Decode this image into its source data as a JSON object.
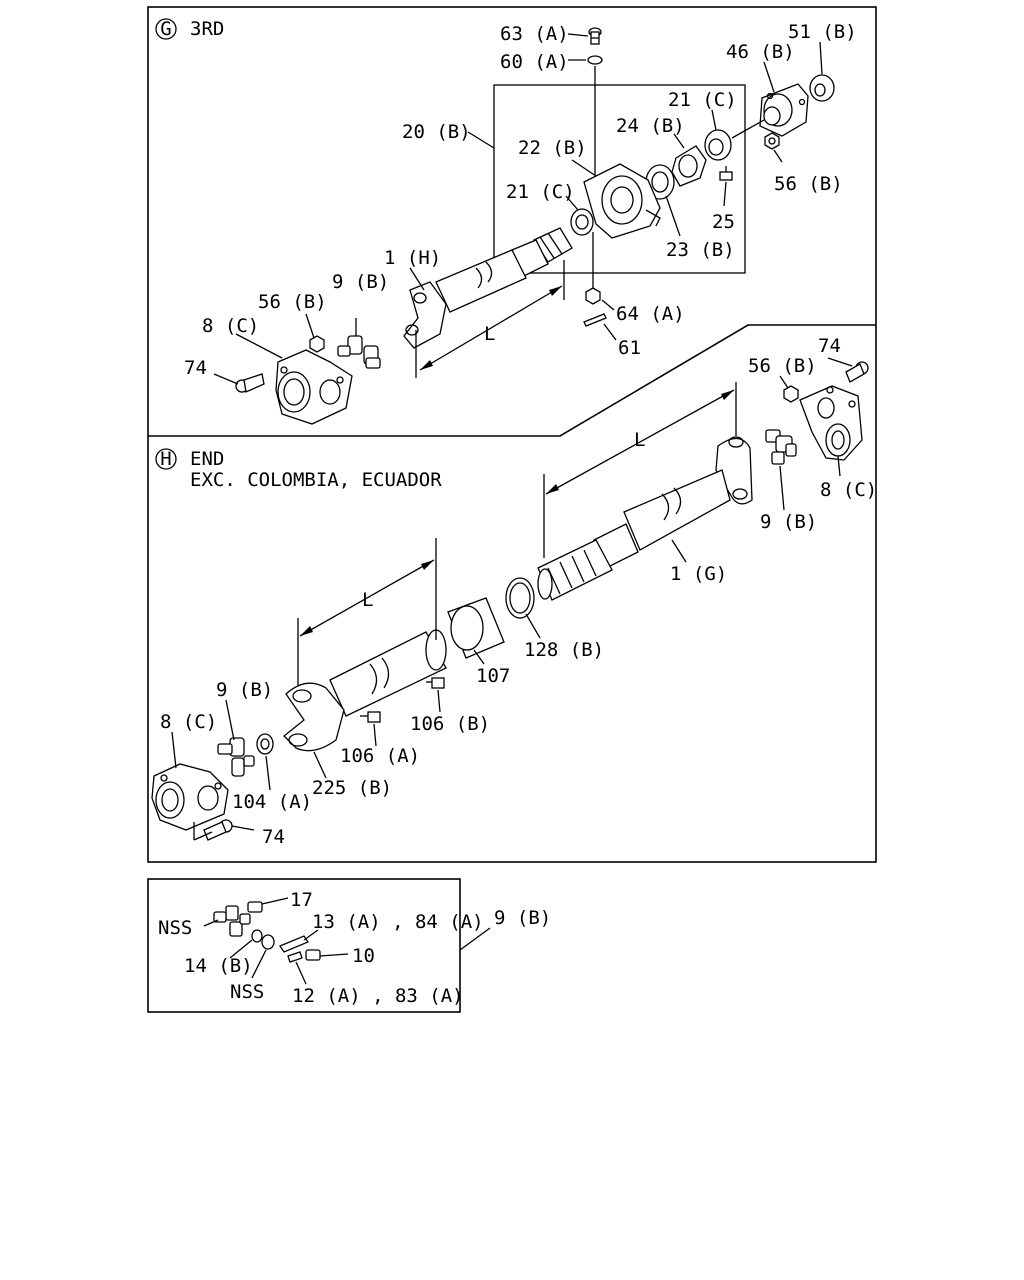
{
  "sections": {
    "g": {
      "marker": "G",
      "title": "3RD"
    },
    "h": {
      "marker": "H",
      "title": "END",
      "note": "EXC. COLOMBIA, ECUADOR"
    }
  },
  "labels": {
    "p63a": "63 (A)",
    "p60a": "60 (A)",
    "p51b": "51 (B)",
    "p46b": "46 (B)",
    "p21c_top": "21 (C)",
    "p20b": "20 (B)",
    "p24b": "24 (B)",
    "p22b": "22 (B)",
    "p56b_g_right": "56 (B)",
    "p21c_mid": "21 (C)",
    "p25": "25",
    "p23b": "23 (B)",
    "p1h": "1 (H)",
    "p9b_g": "9 (B)",
    "p56b_g_left": "56 (B)",
    "p8c_g": "8 (C)",
    "p64a": "64 (A)",
    "p74_g": "74",
    "p61": "61",
    "len_g": "L",
    "p56b_h": "56 (B)",
    "p74_h_top": "74",
    "len_h_right": "L",
    "p8c_h_right": "8 (C)",
    "p9b_h_right": "9 (B)",
    "p1g": "1 (G)",
    "len_h_left": "L",
    "p128b": "128 (B)",
    "p107": "107",
    "p9b_h_left": "9 (B)",
    "p8c_h_left": "8 (C)",
    "p106b": "106 (B)",
    "p106a": "106 (A)",
    "p104a": "104 (A)",
    "p225b": "225 (B)",
    "p74_h_bottom": "74"
  },
  "kit": {
    "p17": "17",
    "nss_top": "NSS",
    "p13a84a": "13 (A) , 84 (A)",
    "p9b_kit": "9 (B)",
    "p14b": "14 (B)",
    "p10": "10",
    "nss_bottom": "NSS",
    "p12a83a": "12 (A) , 83 (A)"
  }
}
